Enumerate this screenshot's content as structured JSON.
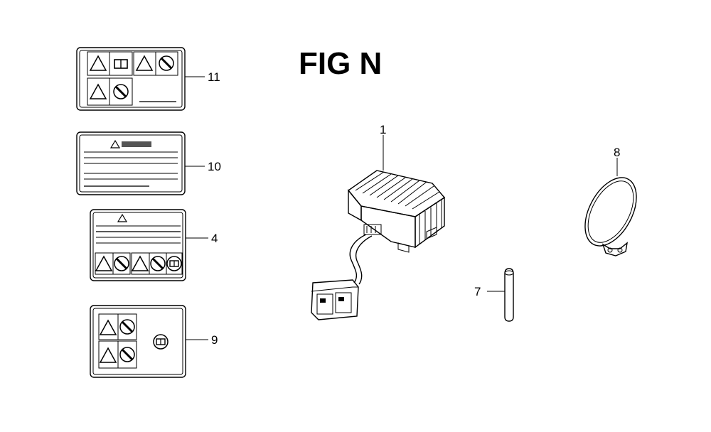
{
  "figure": {
    "title": "FIG N",
    "callouts": {
      "label_11": "11",
      "label_10": "10",
      "label_4": "4",
      "label_9": "9",
      "regulator": "1",
      "pin": "7",
      "band": "8"
    },
    "icons": {
      "warning": "warning-triangle-icon",
      "prohibited": "prohibition-circle-icon",
      "book": "manual-book-icon"
    },
    "colors": {
      "line": "#000000",
      "background": "#ffffff"
    }
  }
}
